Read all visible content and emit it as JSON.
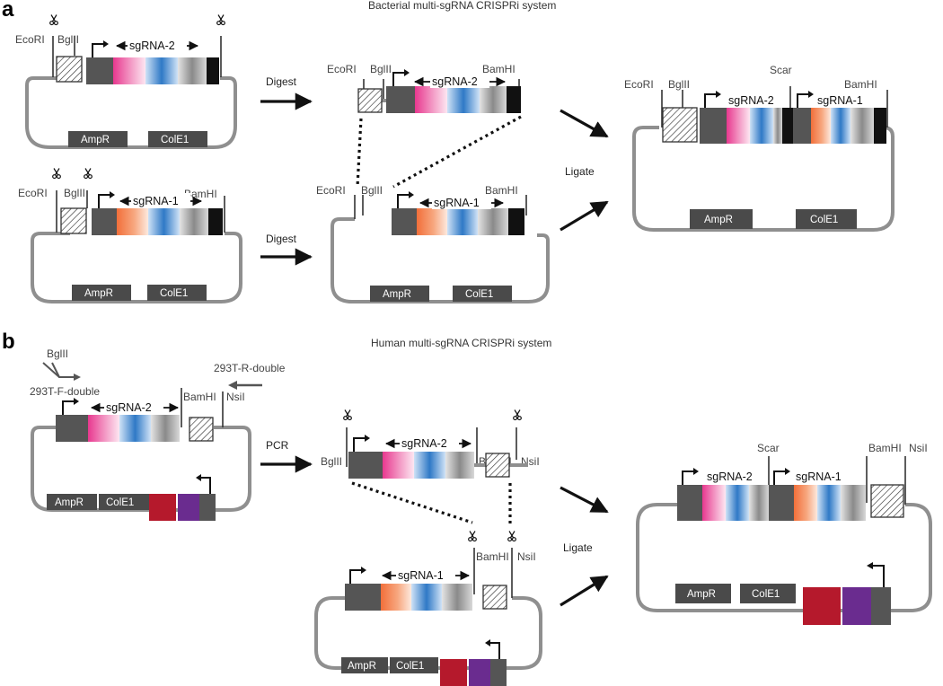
{
  "panel_a": {
    "label": "a",
    "title": "Bacterial multi-sgRNA CRISPRi system",
    "actions": {
      "digest": "Digest",
      "ligate": "Ligate"
    },
    "sites": {
      "ecori": "EcoRI",
      "bglii": "BglII",
      "bamhi": "BamHI",
      "scar": "Scar"
    },
    "sgrna": {
      "one": "sgRNA-1",
      "two": "sgRNA-2"
    },
    "elements": {
      "ampr": "AmpR",
      "cole1": "ColE1"
    }
  },
  "panel_b": {
    "label": "b",
    "title": "Human multi-sgRNA CRISPRi system",
    "actions": {
      "pcr": "PCR",
      "ligate": "Ligate"
    },
    "primers": {
      "forward": "293T-F-double",
      "reverse": "293T-R-double"
    },
    "sites": {
      "bglii": "BglII",
      "bamhi": "BamHI",
      "nsii": "NsiI",
      "scar": "Scar"
    },
    "sgrna": {
      "one": "sgRNA-1",
      "two": "sgRNA-2"
    },
    "elements": {
      "ampr": "AmpR",
      "cole1": "ColE1"
    }
  },
  "colors": {
    "sgrna_2_accent": "#e8388f",
    "sgrna_1_accent": "#f26f3a",
    "spacer_blue": "#2f79c6",
    "dark_block": "#555555",
    "terminator": "#111111",
    "backbone": "#8f8f8f",
    "marker_red": "#b5192c",
    "marker_purple": "#6a2c8f"
  }
}
